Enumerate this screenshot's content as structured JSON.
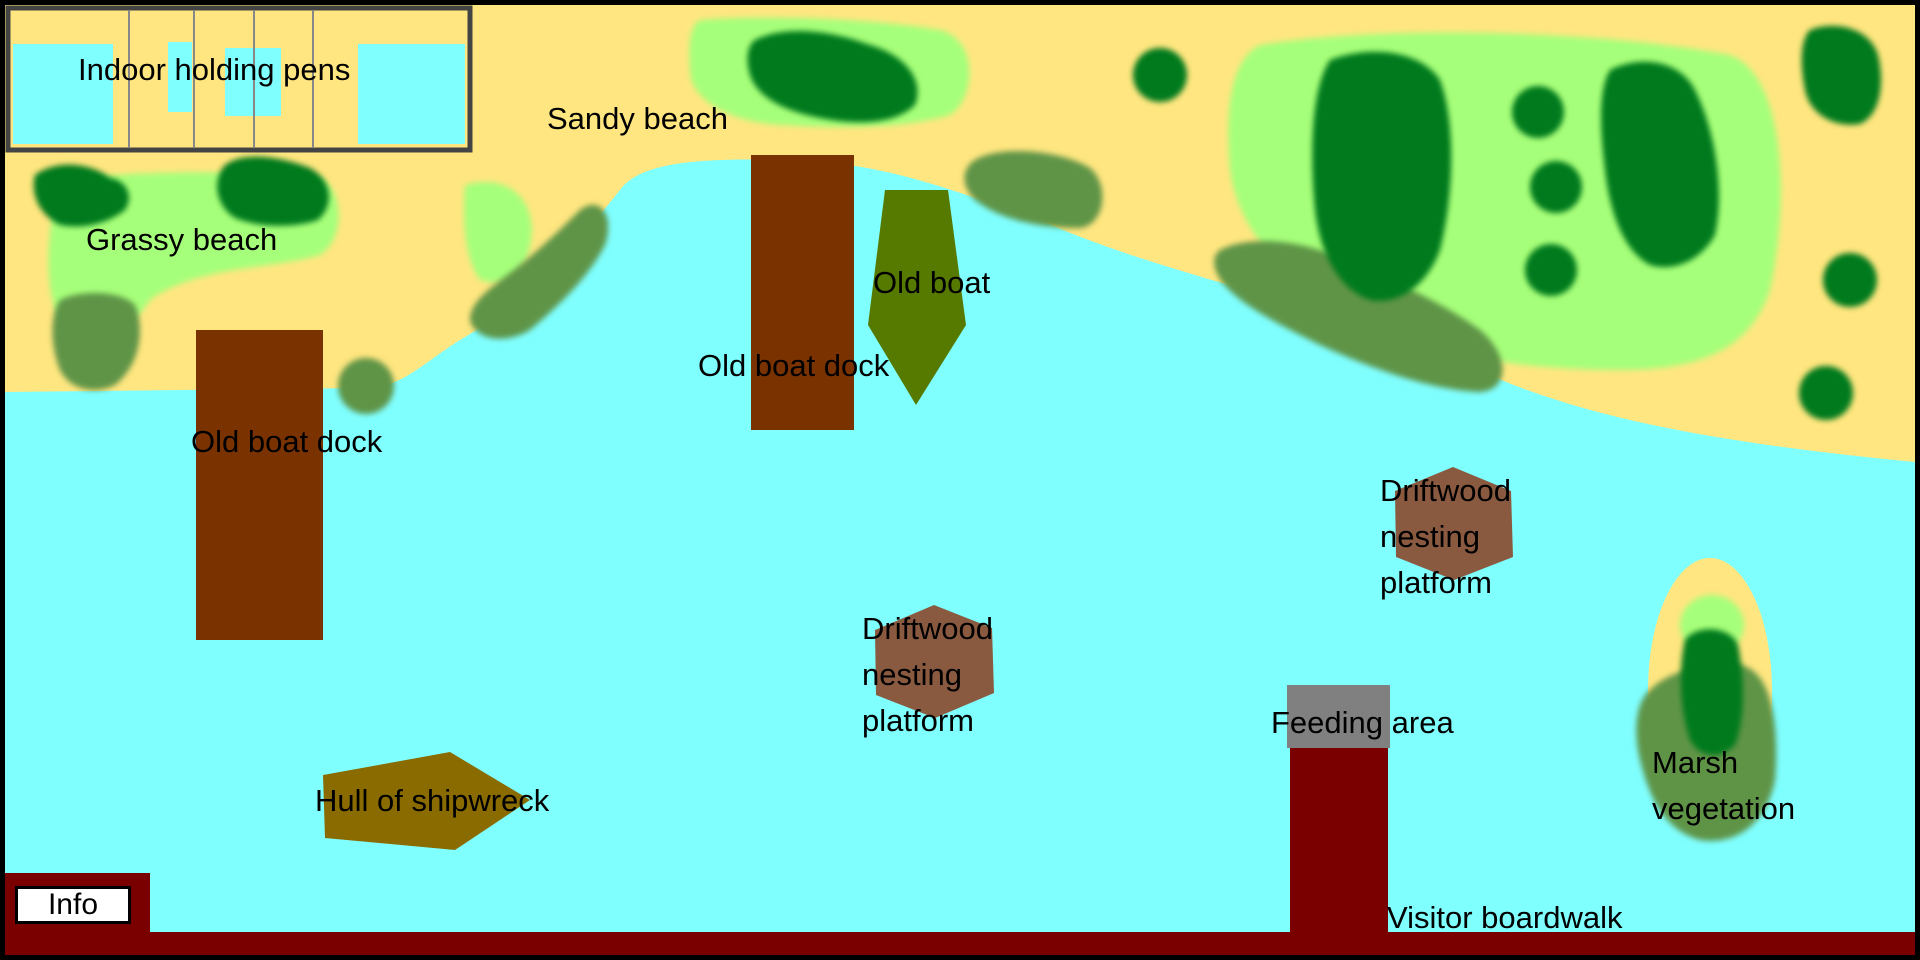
{
  "colors": {
    "water": "#80FFFF",
    "sand": "#FFE680",
    "grass": "#A6FF7A",
    "tree": "#007A1A",
    "shrub": "#5E9447",
    "dock": "#7A3300",
    "old_boat": "#567A00",
    "shipwreck": "#8A6B00",
    "driftwood": "#8A5A40",
    "feeding_area": "#808080",
    "boardwalk": "#7A0000"
  },
  "labels": {
    "indoor_pens": "Indoor holding pens",
    "sandy_beach": "Sandy beach",
    "grassy_beach": "Grassy beach",
    "old_boat": "Old boat",
    "dock_left": "Old boat dock",
    "dock_center": "Old boat dock",
    "driftwood_center": "Driftwood nesting platform",
    "driftwood_right": "Driftwood nesting platform",
    "feeding_area": "Feeding area",
    "hull": "Hull of shipwreck",
    "marsh": "Marsh vegetation",
    "boardwalk": "Visitor boardwalk"
  },
  "info_button": {
    "label": "Info"
  }
}
